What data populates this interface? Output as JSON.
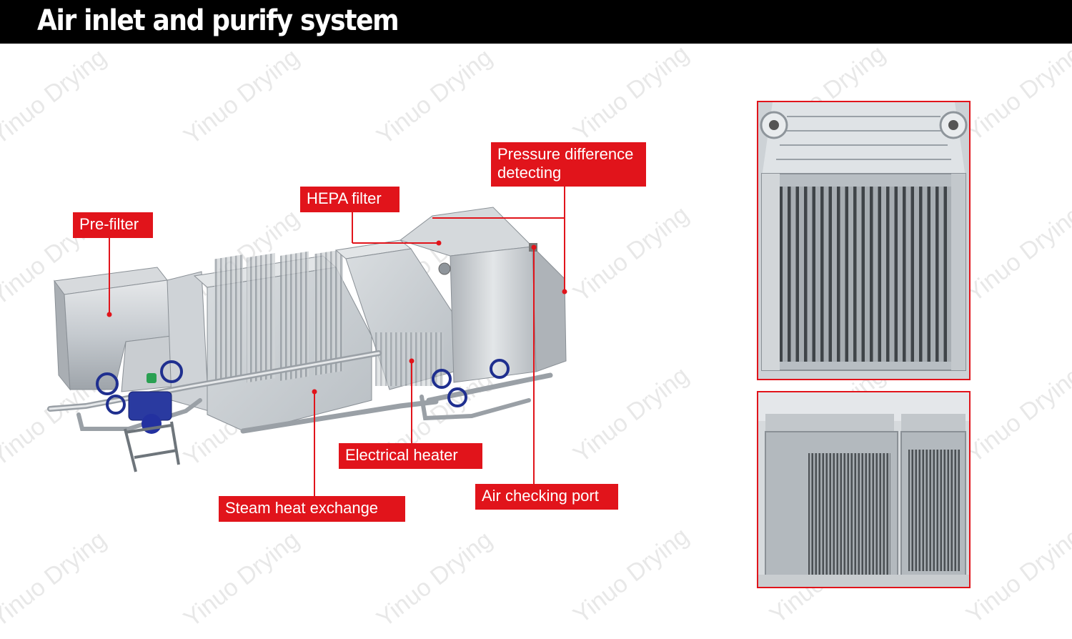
{
  "header": {
    "title": "Air inlet and purify system"
  },
  "watermark": {
    "text": "Yinuo Drying"
  },
  "labels": {
    "pre_filter": "Pre-filter",
    "hepa_filter": "HEPA filter",
    "pressure_detecting": [
      "Pressure difference",
      "detecting"
    ],
    "electrical_heater": "Electrical heater",
    "steam_heat_exchange": "Steam heat exchange",
    "air_checking_port": "Air checking port"
  },
  "colors": {
    "accent": "#e1141b",
    "header_bg": "#000000",
    "valve": "#1f2f8f",
    "steel": "#b9bec3"
  }
}
